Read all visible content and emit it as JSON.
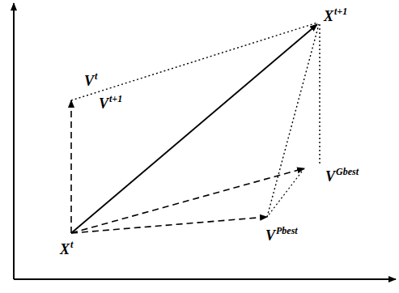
{
  "diagram": {
    "labels": [
      "V",
      "t",
      "V",
      "t+1",
      "X",
      "t+1",
      "V",
      "Gbest",
      "X",
      "t",
      "V",
      "Pbest"
    ]
  }
}
